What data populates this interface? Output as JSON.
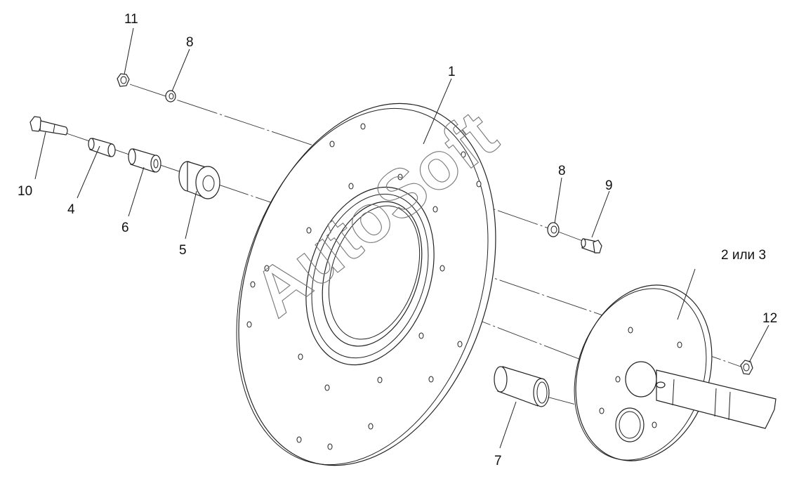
{
  "watermark": "AutoSoft",
  "callouts": {
    "c1": "1",
    "c2or3": "2 или 3",
    "c4": "4",
    "c5": "5",
    "c6": "6",
    "c7": "7",
    "c8a": "8",
    "c8b": "8",
    "c9": "9",
    "c10": "10",
    "c11": "11",
    "c12": "12"
  }
}
